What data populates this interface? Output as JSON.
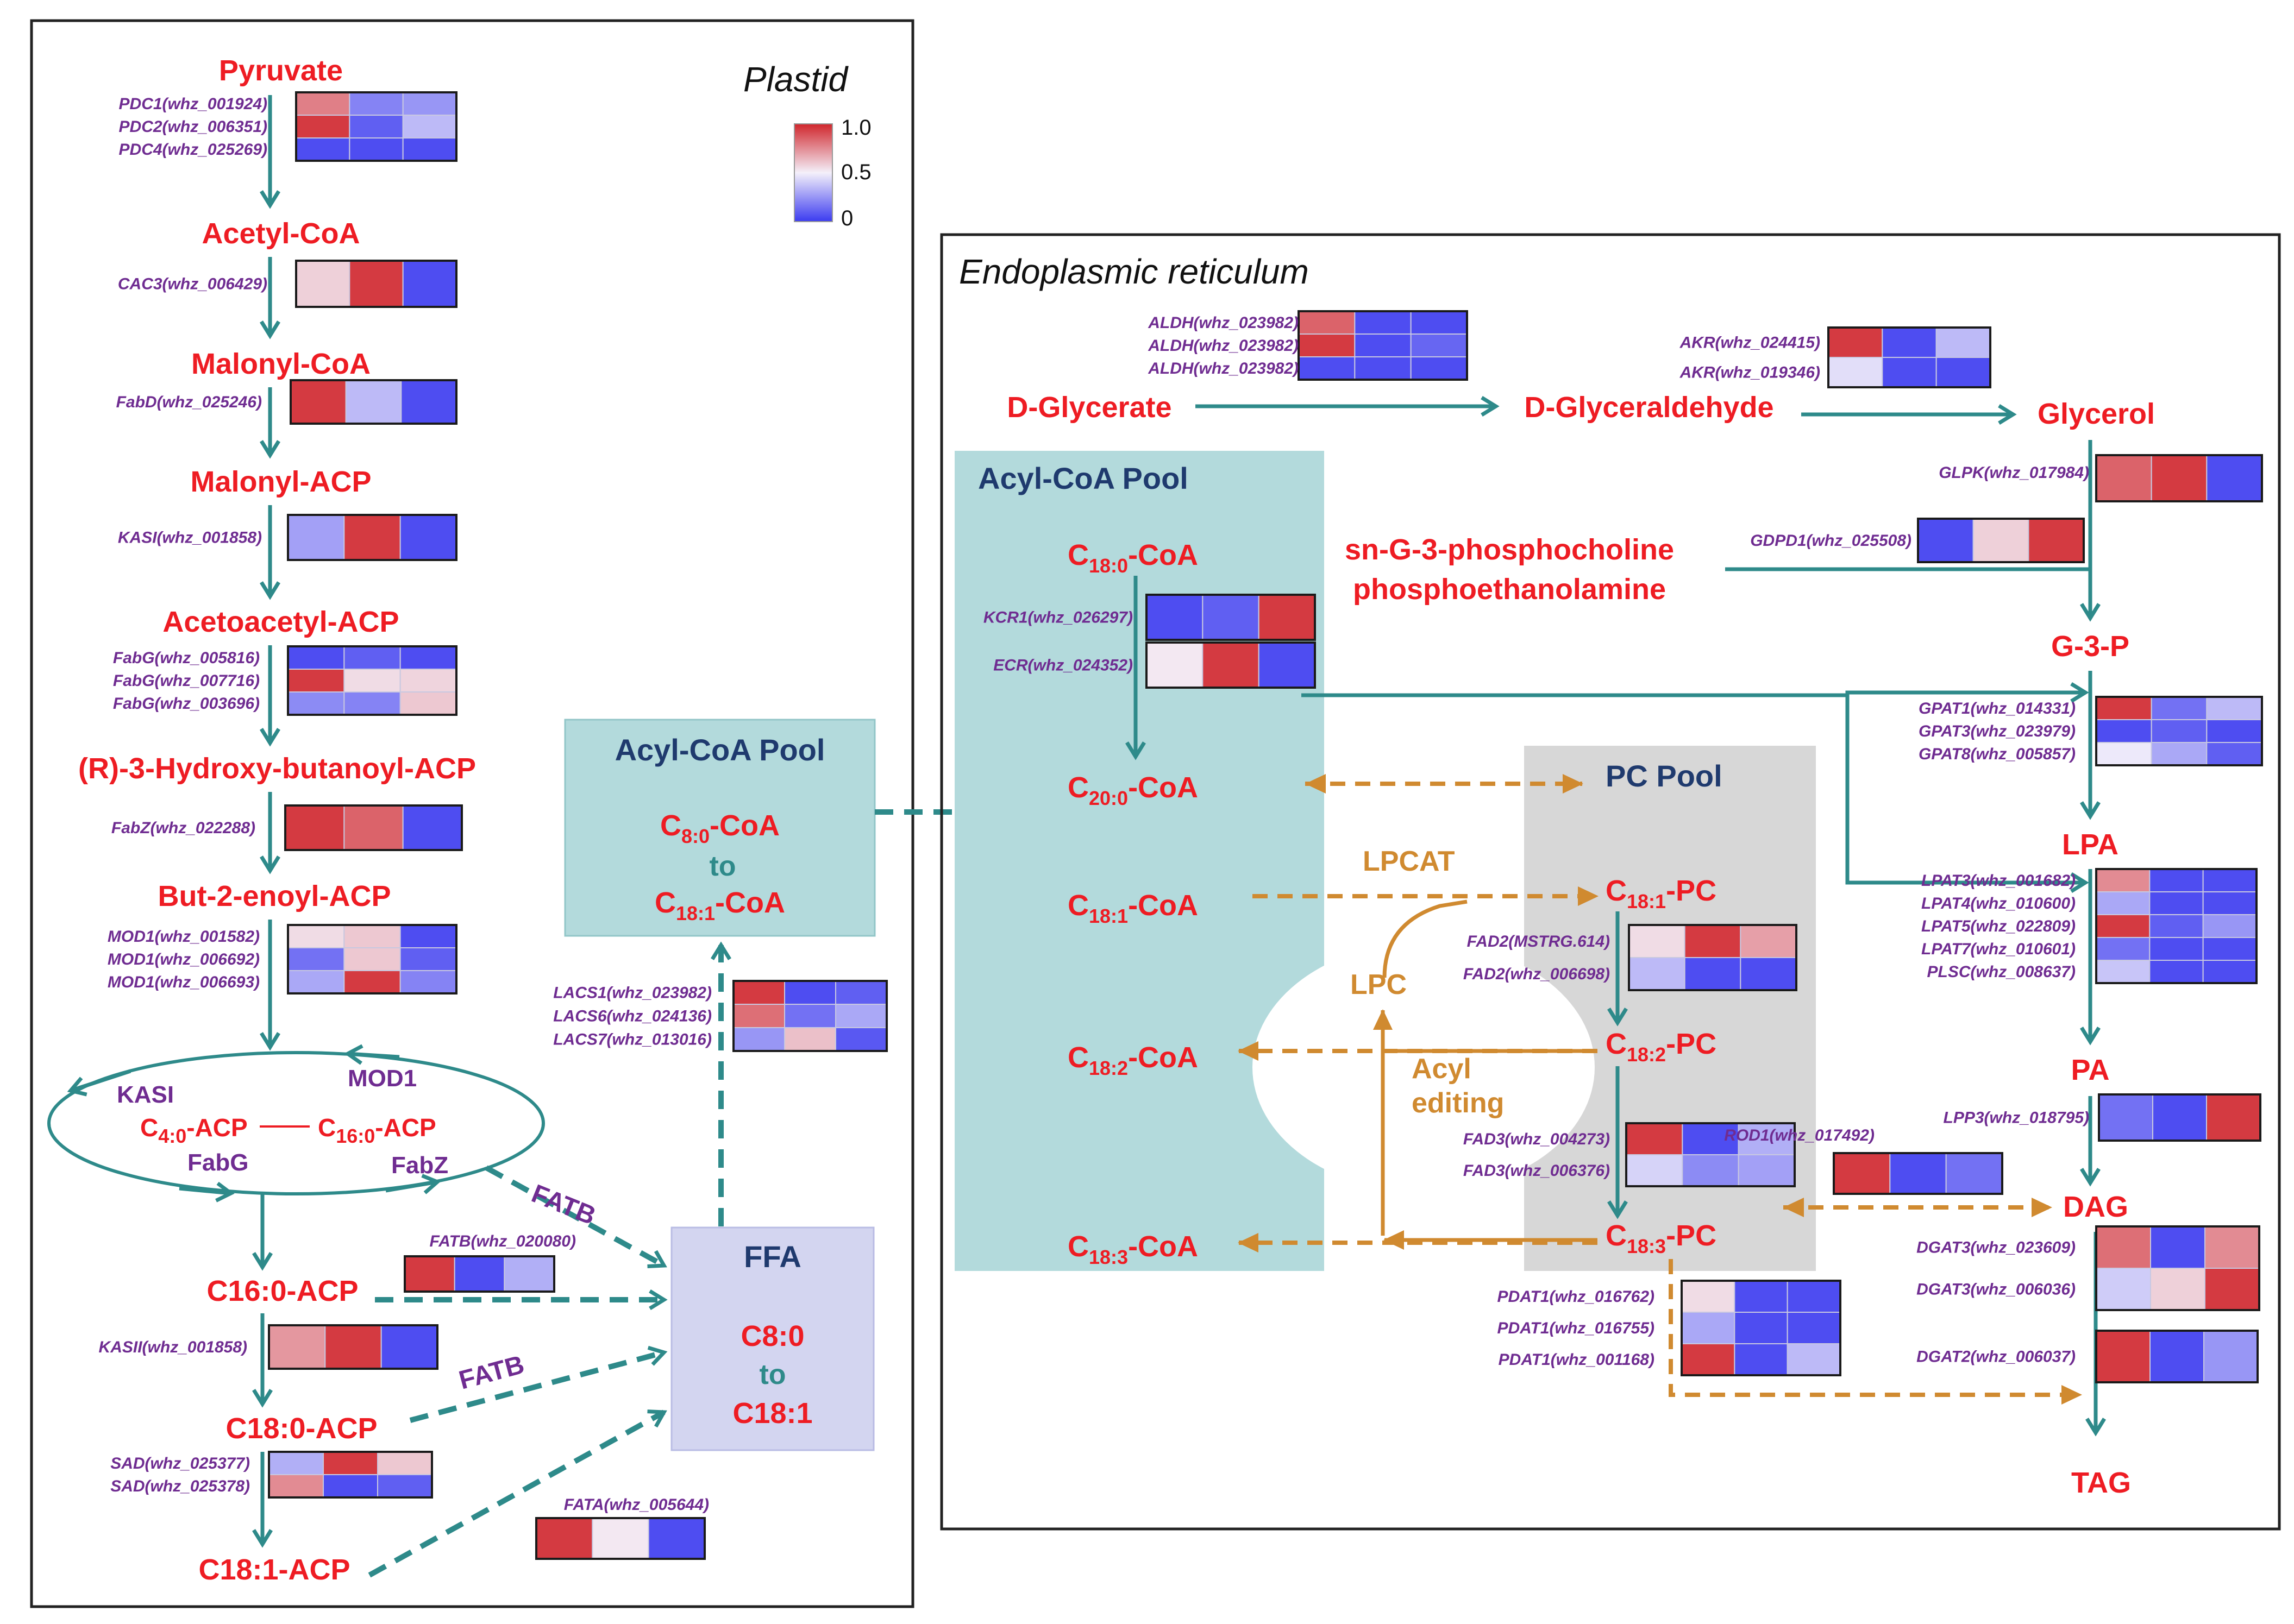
{
  "plastid": {
    "title": "Plastid",
    "legend": {
      "max": "1.0",
      "mid": "0.5",
      "min": "0"
    },
    "metabolites": {
      "pyruvate": "Pyruvate",
      "acetyl_coa": "Acetyl-CoA",
      "malonyl_coa": "Malonyl-CoA",
      "malonyl_acp": "Malonyl-ACP",
      "acetoacetyl_acp": "Acetoacetyl-ACP",
      "hydroxybutanoyl_acp": "(R)-3-Hydroxy-butanoyl-ACP",
      "butenoyl_acp": "But-2-enoyl-ACP",
      "c16_acp": "C16:0-ACP",
      "c18_0_acp": "C18:0-ACP",
      "c18_1_acp": "C18:1-ACP"
    },
    "cycle": {
      "kasi": "KASI",
      "mod1": "MOD1",
      "fabg": "FabG",
      "fabz": "FabZ",
      "left_pre": "C",
      "left_sub": "4:0",
      "left_post": "-ACP",
      "right_pre": "C",
      "right_sub": "16:0",
      "right_post": "-ACP"
    },
    "fatb_label_1": "FATB",
    "fatb_label_2": "FATB",
    "acyl_pool": {
      "title": "Acyl-CoA Pool",
      "from_pre": "C",
      "from_sub": "8:0",
      "from_post": "-CoA",
      "to": "to",
      "until_pre": "C",
      "until_sub": "18:1",
      "until_post": "-CoA"
    },
    "ffa": {
      "title": "FFA",
      "from": "C8:0",
      "to": "to",
      "until": "C18:1"
    }
  },
  "er": {
    "title": "Endoplasmic reticulum",
    "acyl_pool_title": "Acyl-CoA Pool",
    "pc_pool_title": "PC Pool",
    "coa": {
      "c18_0": {
        "pre": "C",
        "sub": "18:0",
        "post": "-CoA"
      },
      "c20_0": {
        "pre": "C",
        "sub": "20:0",
        "post": "-CoA"
      },
      "c18_1": {
        "pre": "C",
        "sub": "18:1",
        "post": "-CoA"
      },
      "c18_2": {
        "pre": "C",
        "sub": "18:2",
        "post": "-CoA"
      },
      "c18_3": {
        "pre": "C",
        "sub": "18:3",
        "post": "-CoA"
      }
    },
    "pc": {
      "c18_1": {
        "pre": "C",
        "sub": "18:1",
        "post": "-PC"
      },
      "c18_2": {
        "pre": "C",
        "sub": "18:2",
        "post": "-PC"
      },
      "c18_3": {
        "pre": "C",
        "sub": "18:3",
        "post": "-PC"
      }
    },
    "lpcat": "LPCAT",
    "lpc": "LPC",
    "acyl_editing_1": "Acyl",
    "acyl_editing_2": "editing",
    "metabolites": {
      "d_glycerate": "D-Glycerate",
      "d_glyceraldehyde": "D-Glyceraldehyde",
      "glycerol": "Glycerol",
      "sn_g3_1": "sn-G-3-phosphocholine",
      "sn_g3_2": "phosphoethanolamine",
      "g3p": "G-3-P",
      "lpa": "LPA",
      "pa": "PA",
      "dag": "DAG",
      "tag": "TAG"
    }
  },
  "heatmaps": [
    {
      "id": "pdc",
      "genes": [
        "PDC1(whz_001924)",
        "PDC2(whz_006351)",
        "PDC4(whz_025269)"
      ],
      "values": [
        [
          0.78,
          0.2,
          0.25
        ],
        [
          0.95,
          0.1,
          0.35
        ],
        [
          0.05,
          0.05,
          0.05
        ]
      ]
    },
    {
      "id": "cac3",
      "genes": [
        "CAC3(whz_006429)"
      ],
      "values": [
        [
          0.58,
          0.95,
          0.05
        ]
      ]
    },
    {
      "id": "fabd",
      "genes": [
        "FabD(whz_025246)"
      ],
      "values": [
        [
          0.95,
          0.35,
          0.05
        ]
      ]
    },
    {
      "id": "kasi",
      "genes": [
        "KASI(whz_001858)"
      ],
      "values": [
        [
          0.28,
          0.95,
          0.05
        ]
      ]
    },
    {
      "id": "fabg",
      "genes": [
        "FabG(whz_005816)",
        "FabG(whz_007716)",
        "FabG(whz_003696)"
      ],
      "values": [
        [
          0.05,
          0.1,
          0.05
        ],
        [
          0.95,
          0.55,
          0.57
        ],
        [
          0.22,
          0.2,
          0.6
        ]
      ]
    },
    {
      "id": "fabz",
      "genes": [
        "FabZ(whz_022288)"
      ],
      "values": [
        [
          0.95,
          0.85,
          0.05
        ]
      ]
    },
    {
      "id": "mod1",
      "genes": [
        "MOD1(whz_001582)",
        "MOD1(whz_006692)",
        "MOD1(whz_006693)"
      ],
      "values": [
        [
          0.55,
          0.6,
          0.05
        ],
        [
          0.15,
          0.6,
          0.1
        ],
        [
          0.3,
          0.95,
          0.2
        ]
      ]
    },
    {
      "id": "fatb",
      "genes": [
        "FATB(whz_020080)"
      ],
      "values": [
        [
          0.95,
          0.05,
          0.32
        ]
      ]
    },
    {
      "id": "kasii",
      "genes": [
        "KASII(whz_001858)"
      ],
      "values": [
        [
          0.72,
          0.95,
          0.05
        ]
      ]
    },
    {
      "id": "sad",
      "genes": [
        "SAD(whz_025377)",
        "SAD(whz_025378)"
      ],
      "values": [
        [
          0.32,
          0.95,
          0.6
        ],
        [
          0.75,
          0.05,
          0.1
        ]
      ]
    },
    {
      "id": "lacs",
      "genes": [
        "LACS1(whz_023982)",
        "LACS6(whz_024136)",
        "LACS7(whz_013016)"
      ],
      "values": [
        [
          0.95,
          0.05,
          0.1
        ],
        [
          0.82,
          0.15,
          0.3
        ],
        [
          0.25,
          0.62,
          0.08
        ]
      ]
    },
    {
      "id": "fata",
      "genes": [
        "FATA(whz_005644)"
      ],
      "values": [
        [
          0.95,
          0.52,
          0.05
        ]
      ]
    },
    {
      "id": "aldh",
      "genes": [
        "ALDH(whz_023982)",
        "ALDH(whz_023982)",
        "ALDH(whz_023982)"
      ],
      "values": [
        [
          0.85,
          0.05,
          0.05
        ],
        [
          0.95,
          0.05,
          0.12
        ],
        [
          0.05,
          0.05,
          0.05
        ]
      ]
    },
    {
      "id": "akr",
      "genes": [
        "AKR(whz_024415)",
        "AKR(whz_019346)"
      ],
      "values": [
        [
          0.95,
          0.05,
          0.35
        ],
        [
          0.45,
          0.05,
          0.05
        ]
      ]
    },
    {
      "id": "glpk",
      "genes": [
        "GLPK(whz_017984)"
      ],
      "values": [
        [
          0.85,
          0.95,
          0.05
        ]
      ]
    },
    {
      "id": "gdpd1",
      "genes": [
        "GDPD1(whz_025508)"
      ],
      "values": [
        [
          0.05,
          0.58,
          0.95
        ]
      ]
    },
    {
      "id": "kcr1",
      "genes": [
        "KCR1(whz_026297)"
      ],
      "values": [
        [
          0.05,
          0.1,
          0.95
        ]
      ]
    },
    {
      "id": "ecr",
      "genes": [
        "ECR(whz_024352)"
      ],
      "values": [
        [
          0.52,
          0.95,
          0.05
        ]
      ]
    },
    {
      "id": "gpat",
      "genes": [
        "GPAT1(whz_014331)",
        "GPAT3(whz_023979)",
        "GPAT8(whz_005857)"
      ],
      "values": [
        [
          0.95,
          0.15,
          0.35
        ],
        [
          0.05,
          0.1,
          0.05
        ],
        [
          0.48,
          0.3,
          0.1
        ]
      ]
    },
    {
      "id": "lpat",
      "genes": [
        "LPAT3(whz_001682)",
        "LPAT4(whz_010600)",
        "LPAT5(whz_022809)",
        "LPAT7(whz_010601)",
        "PLSC(whz_008637)"
      ],
      "values": [
        [
          0.75,
          0.05,
          0.05
        ],
        [
          0.3,
          0.05,
          0.05
        ],
        [
          0.95,
          0.1,
          0.25
        ],
        [
          0.15,
          0.05,
          0.05
        ],
        [
          0.38,
          0.05,
          0.05
        ]
      ]
    },
    {
      "id": "fad2",
      "genes": [
        "FAD2(MSTRG.614)",
        "FAD2(whz_006698)"
      ],
      "values": [
        [
          0.55,
          0.95,
          0.7
        ],
        [
          0.35,
          0.05,
          0.05
        ]
      ]
    },
    {
      "id": "fad3",
      "genes": [
        "FAD3(whz_004273)",
        "FAD3(whz_006376)"
      ],
      "values": [
        [
          0.95,
          0.05,
          0.32
        ],
        [
          0.42,
          0.22,
          0.28
        ]
      ]
    },
    {
      "id": "lpp3",
      "genes": [
        "LPP3(whz_018795)"
      ],
      "values": [
        [
          0.15,
          0.05,
          0.95
        ]
      ]
    },
    {
      "id": "rod1",
      "genes": [
        "ROD1(whz_017492)"
      ],
      "values": [
        [
          0.95,
          0.05,
          0.15
        ]
      ]
    },
    {
      "id": "dgat3",
      "genes": [
        "DGAT3(whz_023609)",
        "DGAT3(whz_006036)"
      ],
      "values": [
        [
          0.82,
          0.05,
          0.75
        ],
        [
          0.4,
          0.58,
          0.95
        ]
      ]
    },
    {
      "id": "dgat2",
      "genes": [
        "DGAT2(whz_006037)"
      ],
      "values": [
        [
          0.95,
          0.05,
          0.25
        ]
      ]
    },
    {
      "id": "pdat1",
      "genes": [
        "PDAT1(whz_016762)",
        "PDAT1(whz_016755)",
        "PDAT1(whz_001168)"
      ],
      "values": [
        [
          0.55,
          0.05,
          0.05
        ],
        [
          0.3,
          0.05,
          0.05
        ],
        [
          0.95,
          0.05,
          0.35
        ]
      ]
    }
  ],
  "colors": {
    "high": "#d0262c",
    "mid": "#f4f0fa",
    "low": "#3b3bf0"
  }
}
